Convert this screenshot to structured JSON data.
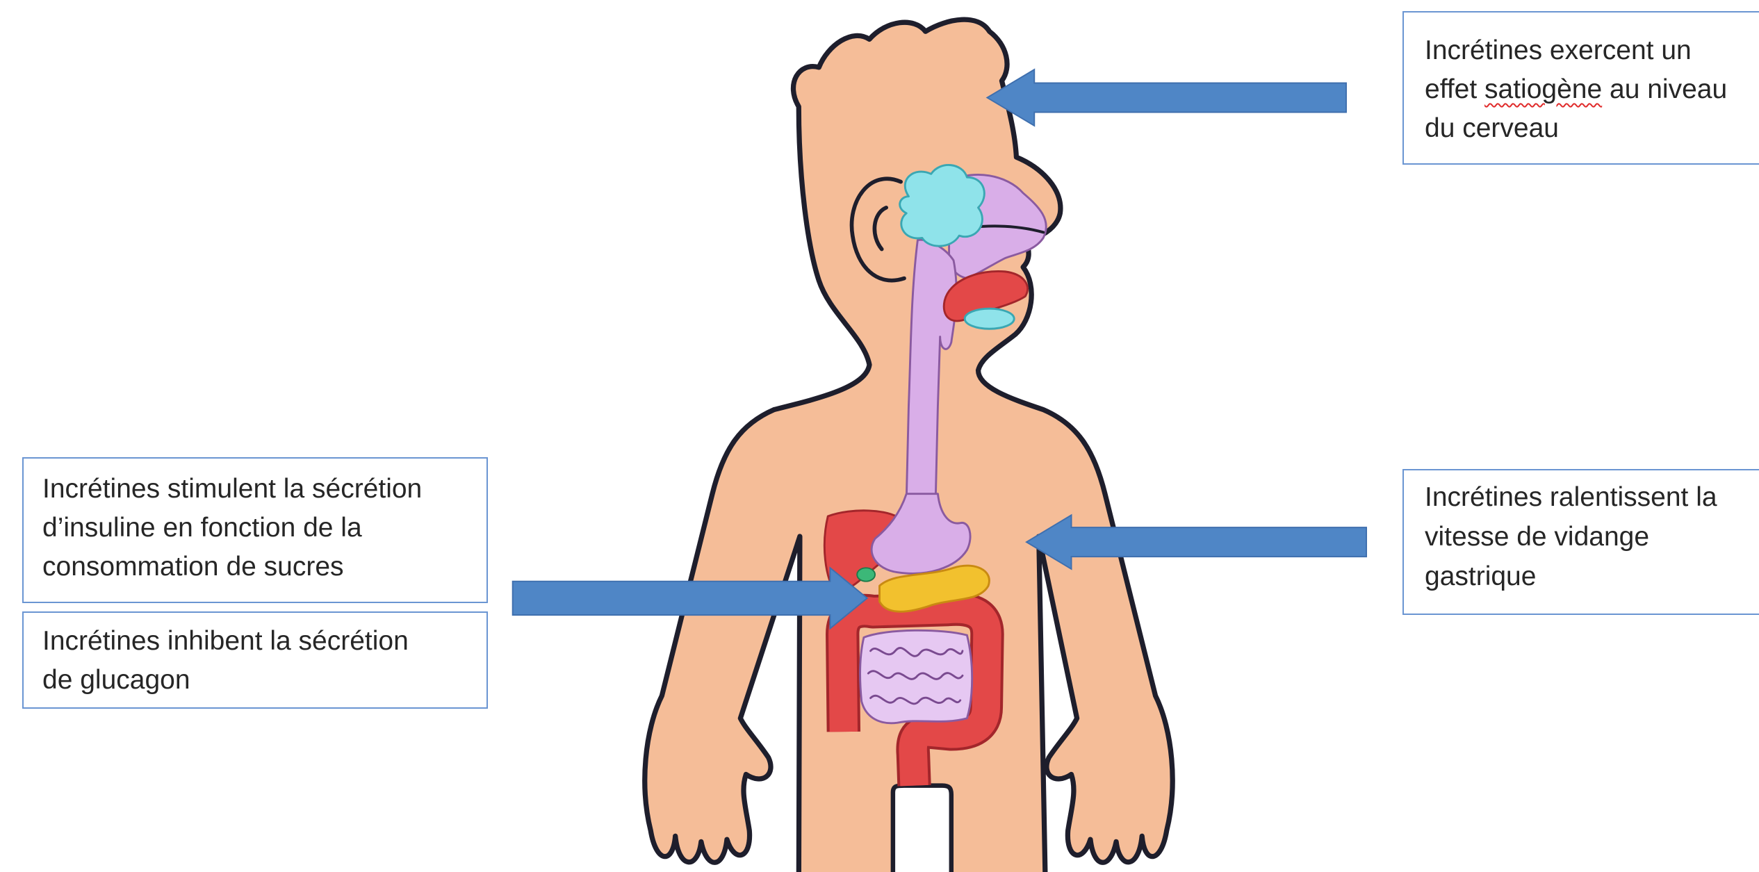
{
  "annotations": {
    "brain": {
      "line1": "Incrétines exercent un",
      "line2_before": "effet ",
      "line2_flagged_word": "satiogène",
      "line2_after": " au niveau",
      "line3": "du cerveau"
    },
    "insulin": {
      "lines": [
        "Incrétines stimulent la sécrétion",
        "d’insuline en fonction de la",
        "consommation de sucres"
      ]
    },
    "glucagon": {
      "lines": [
        "Incrétines inhibent la sécrétion",
        "de glucagon"
      ]
    },
    "gastric": {
      "lines": [
        "Incrétines ralentissent la",
        "vitesse de vidange",
        "gastrique"
      ]
    }
  },
  "colors": {
    "arrow": "#4f86c6",
    "box_border": "#6a95d2",
    "spell": "#e02b2b",
    "skin": "#f5bd98",
    "outline": "#1e1e2c",
    "purple": "#d9aee8",
    "cyan": "#8fe3ea",
    "red": "#e34848",
    "yellow": "#f2c12e",
    "green": "#3cb878",
    "intestine": "#e6c8f2",
    "text": "#262626"
  }
}
